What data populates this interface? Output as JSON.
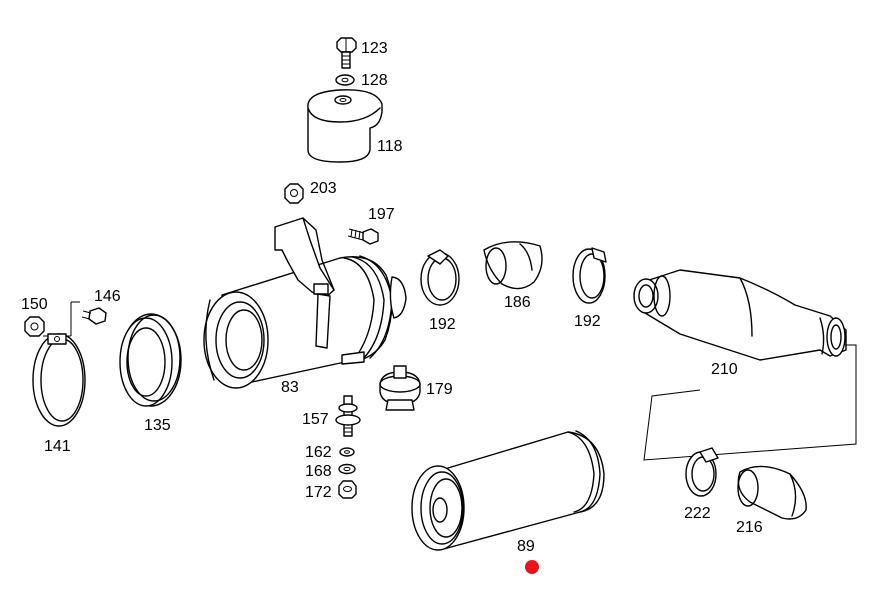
{
  "diagram": {
    "type": "exploded-parts-diagram",
    "part_labels": {
      "p123": "123",
      "p128": "128",
      "p118": "118",
      "p203": "203",
      "p197": "197",
      "p150": "150",
      "p146": "146",
      "p141": "141",
      "p135": "135",
      "p83": "83",
      "p157": "157",
      "p162": "162",
      "p168": "168",
      "p172": "172",
      "p179": "179",
      "p192a": "192",
      "p186": "186",
      "p192b": "192",
      "p210": "210",
      "p89": "89",
      "p222": "222",
      "p216": "216"
    },
    "highlight": {
      "color": "#e8141c",
      "target_part": "89"
    },
    "line_color": "#000000",
    "background": "#ffffff"
  }
}
